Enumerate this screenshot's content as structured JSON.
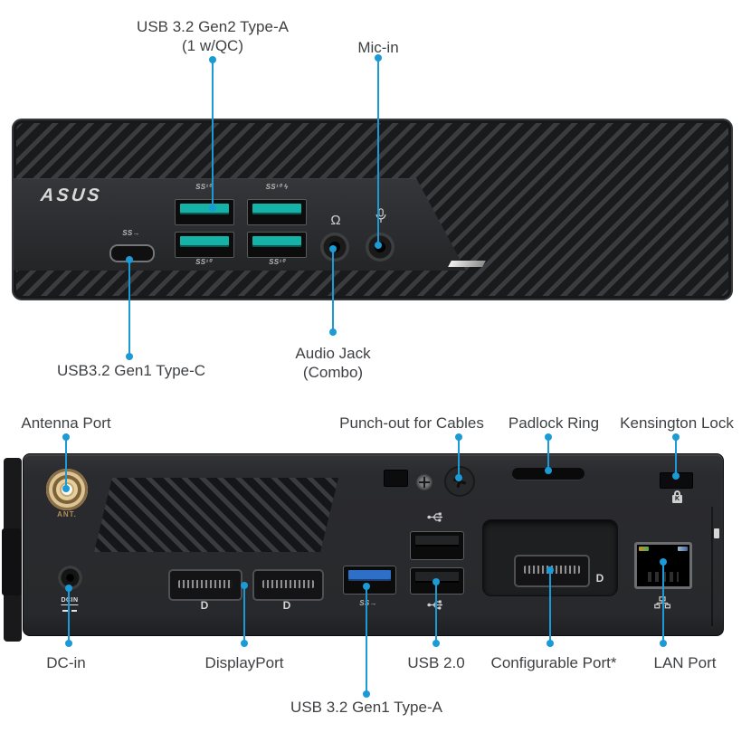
{
  "colors": {
    "annotation_blue": "#1b9ad6",
    "label_text": "#3e4043",
    "usb_teal": "#14b2a7",
    "usb_blue": "#2e6fc7",
    "antenna_gold": "#c7a76e"
  },
  "front": {
    "logo": "ASUS",
    "labels": {
      "usb_gen2_l1": "USB 3.2 Gen2 Type-A",
      "usb_gen2_l2": "(1 w/QC)",
      "mic": "Mic-in",
      "type_c": "USB3.2 Gen1 Type-C",
      "audio_l1": "Audio Jack",
      "audio_l2": "(Combo)"
    },
    "badges": {
      "ss10": "SS¹⁰",
      "ss10_qc": "SS¹⁰ ϟ",
      "ss_c": "SS→"
    }
  },
  "back": {
    "labels": {
      "antenna": "Antenna Port",
      "punch_out": "Punch-out for Cables",
      "padlock": "Padlock Ring",
      "kensington": "Kensington Lock",
      "dc_in": "DC-in",
      "displayport": "DisplayPort",
      "usb2": "USB 2.0",
      "configurable": "Configurable Port*",
      "lan": "LAN Port",
      "usb3_type_a": "USB 3.2 Gen1 Type-A"
    },
    "device_text": {
      "ant": "ANT.",
      "dcin": "DCIN",
      "dp_logo": "D",
      "ss": "SS→",
      "k": "K"
    }
  },
  "icons": {
    "headphone_glyph": "Ω",
    "mic": "mic-icon",
    "usb_trident": "usb-trident-icon",
    "lan": "lan-network-icon",
    "kensington": "kensington-lock-icon"
  }
}
